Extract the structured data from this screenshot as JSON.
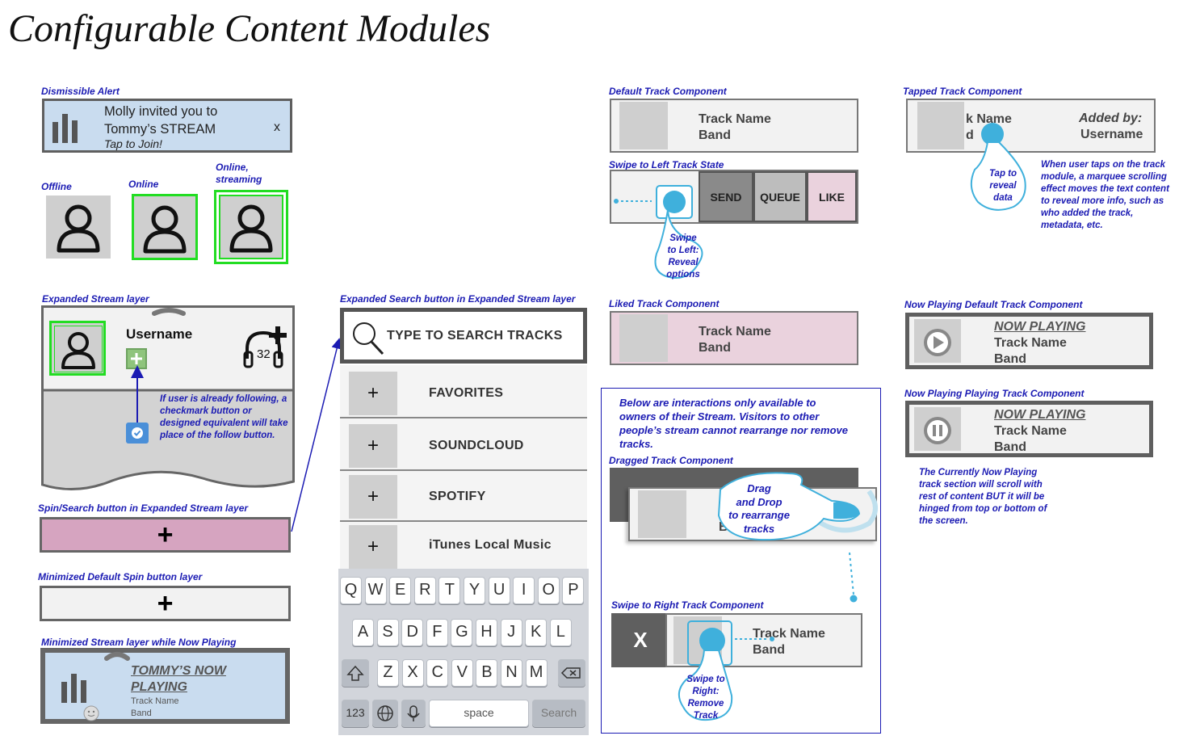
{
  "title": "Configurable Content Modules",
  "captions": {
    "dismissible_alert": "Dismissible Alert",
    "offline": "Offline",
    "online": "Online",
    "online_streaming": "Online,\nstreaming",
    "expanded_stream": "Expanded Stream layer",
    "spin_search": "Spin/Search button in Expanded Stream layer",
    "minimized_spin": "Minimized Default Spin button layer",
    "minimized_stream": "Minimized Stream layer while Now Playing",
    "expanded_search": "Expanded Search button in Expanded Stream layer",
    "default_track": "Default Track Component",
    "swipe_left_state": "Swipe to Left Track State",
    "liked_track": "Liked Track Component",
    "dragged_track": "Dragged Track Component",
    "swipe_right": "Swipe to Right Track Component",
    "tapped_track": "Tapped Track Component",
    "np_default": "Now Playing Default Track Component",
    "np_playing": "Now Playing Playing Track Component"
  },
  "alert": {
    "line1": "Molly invited you to",
    "line2": "Tommy’s STREAM",
    "line3": "Tap to Join!",
    "close": "x"
  },
  "expanded_stream": {
    "username": "Username",
    "count": "32",
    "follow_note": "If user is already following, a checkmark button or designed equivalent will take place of the follow button."
  },
  "spin_plus": "+",
  "minimized_plus": "+",
  "minimized_stream": {
    "line1": "TOMMY’S NOW",
    "line2": "PLAYING",
    "track": "Track Name",
    "band": "Band"
  },
  "search": {
    "placeholder": "TYPE TO SEARCH TRACKS",
    "rows": [
      {
        "plus": "+",
        "label": "FAVORITES"
      },
      {
        "plus": "+",
        "label": "SOUNDCLOUD"
      },
      {
        "plus": "+",
        "label": "SPOTIFY"
      },
      {
        "plus": "+",
        "label": "iTunes Local Music"
      }
    ]
  },
  "keyboard": {
    "row1": [
      "Q",
      "W",
      "E",
      "R",
      "T",
      "Y",
      "U",
      "I",
      "O",
      "P"
    ],
    "row2": [
      "A",
      "S",
      "D",
      "F",
      "G",
      "H",
      "J",
      "K",
      "L"
    ],
    "row3": [
      "Z",
      "X",
      "C",
      "V",
      "B",
      "N",
      "M"
    ],
    "numbers": "123",
    "space": "space",
    "search": "Search"
  },
  "default_track": {
    "name": "Track Name",
    "band": "Band"
  },
  "swipe_left": {
    "send": "SEND",
    "queue": "QUEUE",
    "like": "LIKE",
    "hand_text": "Swipe\nto Left:\nReveal\noptions"
  },
  "liked_track": {
    "name": "Track Name",
    "band": "Band"
  },
  "owners_note": "Below are interactions only available to owners of their Stream. Visitors to other people’s stream cannot rearrange nor remove tracks.",
  "dragged": {
    "hand_text": "Drag\nand Drop\nto rearrange\ntracks",
    "band_fragment": "B"
  },
  "swipe_right": {
    "x": "X",
    "name": "Track Name",
    "band": "Band",
    "hand_text": "Swipe to\nRight:\nRemove\nTrack"
  },
  "tapped_track": {
    "name_fragment": "k Name",
    "band_fragment": "d",
    "added_by": "Added by:",
    "username": "Username",
    "hand_text": "Tap to\nreveal\ndata",
    "note": "When user taps on the track module, a marquee scrolling effect moves the text content to reveal more info, such as who added the track, metadata, etc."
  },
  "np_default": {
    "now_playing": "NOW PLAYING",
    "name": "Track Name",
    "band": "Band"
  },
  "np_playing": {
    "now_playing": "NOW PLAYING",
    "name": "Track Name",
    "band": "Band"
  },
  "np_note": "The Currently Now Playing track section will scroll with rest of content BUT it will be hinged from top or bottom of the screen.",
  "colors": {
    "caption": "#1b1bb3",
    "alert_bg": "#c9dcef",
    "online_green": "#22dd22",
    "liked_pink": "#ead2dd",
    "spin_pink": "#d6a4c0",
    "hand_blue": "#3fb0dc",
    "like_btn": "#ead2dd"
  }
}
